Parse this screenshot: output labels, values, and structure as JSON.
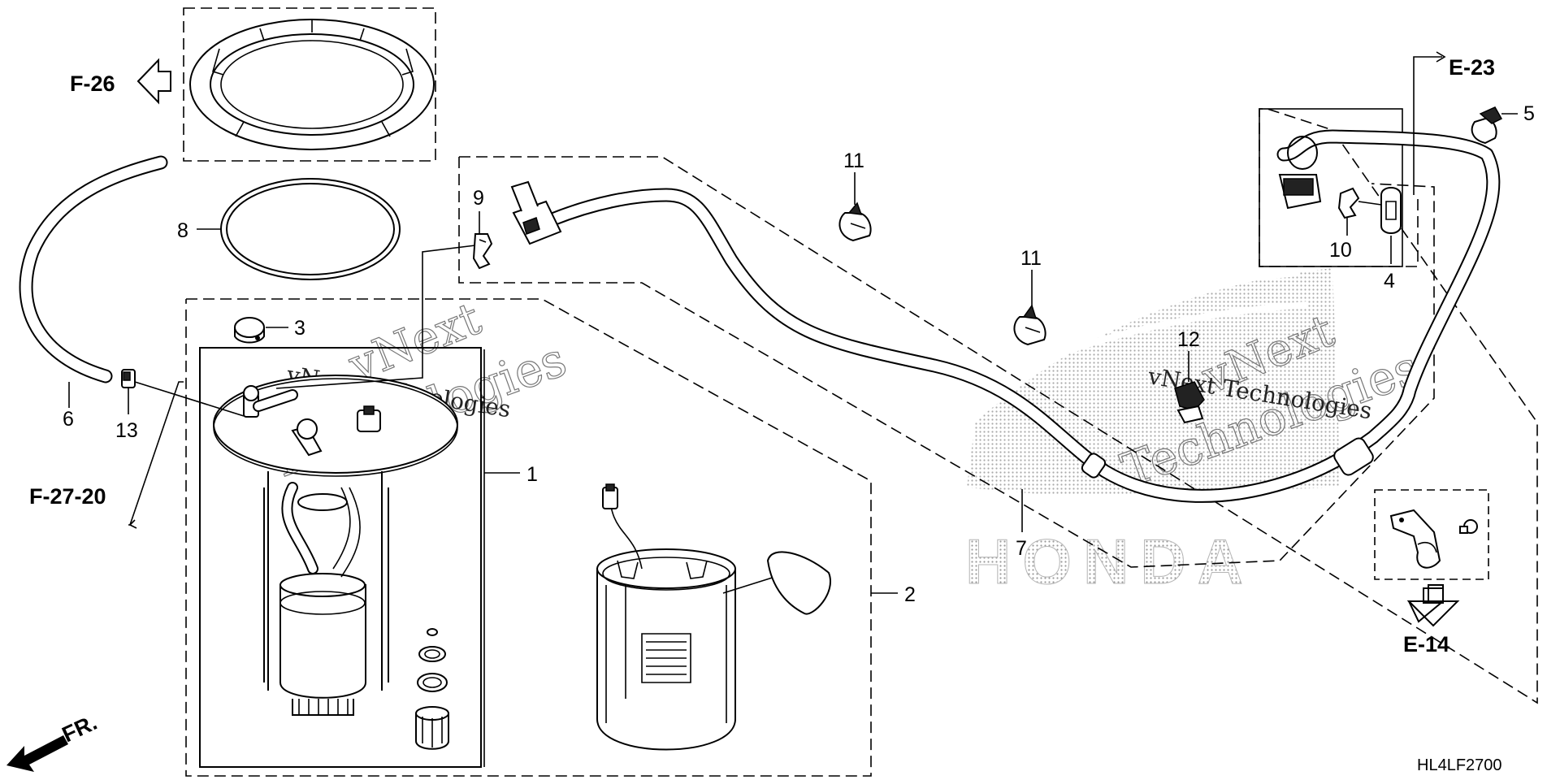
{
  "diagram_code": "HL4LF2700",
  "watermark": {
    "brand_outline": "vNext",
    "company_outline": "Technologies",
    "company_plain": "vNext Technologies",
    "dotted_logo_text": "HONDA"
  },
  "references": {
    "f26": "F-26",
    "f2720": "F-27-20",
    "e23": "E-23",
    "e14": "E-14",
    "front": "FR."
  },
  "callouts": {
    "p1": "1",
    "p2": "2",
    "p3": "3",
    "p4": "4",
    "p5": "5",
    "p6": "6",
    "p7": "7",
    "p8": "8",
    "p9": "9",
    "p10": "10",
    "p11a": "11",
    "p11b": "11",
    "p12": "12",
    "p13": "13"
  }
}
